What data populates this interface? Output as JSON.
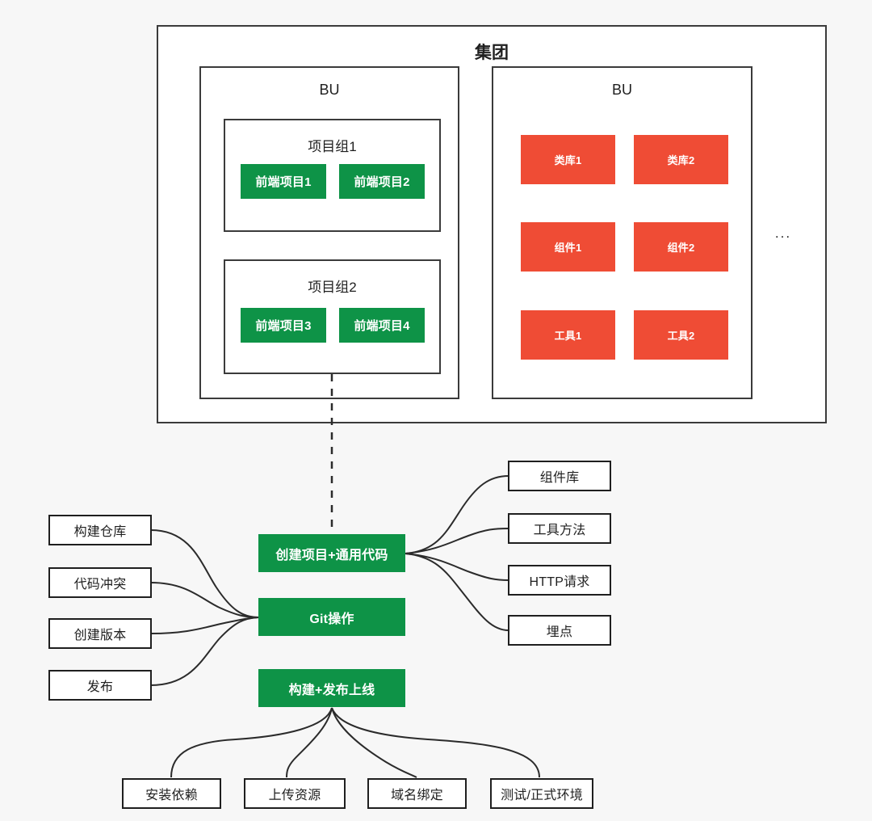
{
  "page": {
    "background": "#f7f7f7",
    "green": "#0e9347",
    "red": "#ef4c35",
    "border": "#3b3b3b",
    "text": "#1f1f1f"
  },
  "org": {
    "group_title": "集团",
    "bu_left": {
      "title": "BU",
      "project_groups": [
        {
          "title": "项目组1",
          "projects": [
            "前端项目1",
            "前端项目2"
          ]
        },
        {
          "title": "项目组2",
          "projects": [
            "前端项目3",
            "前端项目4"
          ]
        }
      ]
    },
    "bu_right": {
      "title": "BU",
      "assets": [
        [
          "类库1",
          "类库2"
        ],
        [
          "组件1",
          "组件2"
        ],
        [
          "工具1",
          "工具2"
        ]
      ],
      "more": "..."
    }
  },
  "mindmap": {
    "center_nodes": [
      "创建项目+通用代码",
      "Git操作",
      "构建+发布上线"
    ],
    "left_branches": [
      "构建仓库",
      "代码冲突",
      "创建版本",
      "发布"
    ],
    "right_branches": [
      "组件库",
      "工具方法",
      "HTTP请求",
      "埋点"
    ],
    "bottom_branches": [
      "安装依赖",
      "上传资源",
      "域名绑定",
      "测试/正式环境"
    ]
  }
}
